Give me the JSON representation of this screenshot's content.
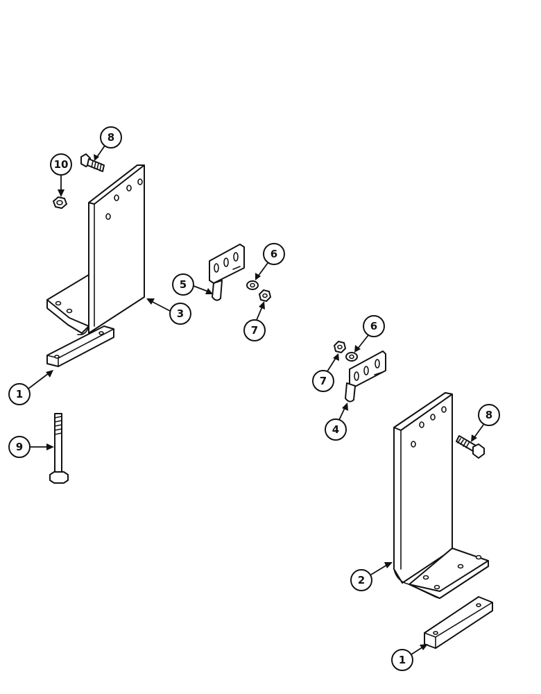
{
  "callouts": [
    {
      "id": "c8a",
      "label": "8"
    },
    {
      "id": "c10",
      "label": "10"
    },
    {
      "id": "c6a",
      "label": "6"
    },
    {
      "id": "c5",
      "label": "5"
    },
    {
      "id": "c3",
      "label": "3"
    },
    {
      "id": "c7a",
      "label": "7"
    },
    {
      "id": "c1a",
      "label": "1"
    },
    {
      "id": "c9",
      "label": "9"
    },
    {
      "id": "c6b",
      "label": "6"
    },
    {
      "id": "c7b",
      "label": "7"
    },
    {
      "id": "c4",
      "label": "4"
    },
    {
      "id": "c8b",
      "label": "8"
    },
    {
      "id": "c2",
      "label": "2"
    },
    {
      "id": "c1b",
      "label": "1"
    }
  ]
}
